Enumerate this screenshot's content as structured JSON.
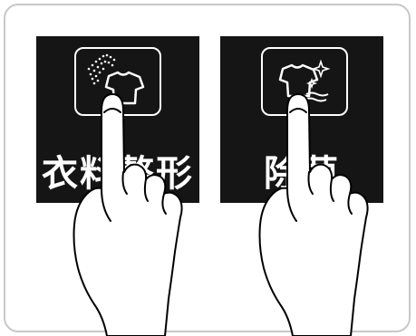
{
  "buttons": [
    {
      "id": "shape",
      "label": "衣料整形",
      "icon": "tshirt-steam-icon"
    },
    {
      "id": "deodorize",
      "label": "除菌",
      "icon": "tshirt-sparkle-icon"
    }
  ],
  "colors": {
    "panel": "#151515",
    "frame_border": "#c8c8c8",
    "icon_stroke": "#ffffff",
    "hand_fill": "#ffffff",
    "hand_stroke": "#000000"
  }
}
